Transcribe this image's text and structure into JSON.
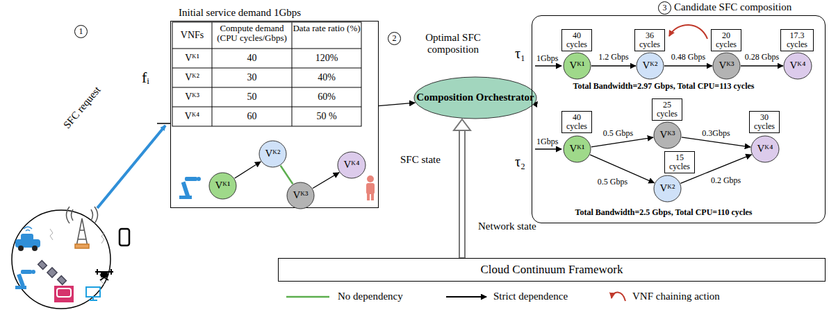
{
  "diagram": {
    "nodes": [
      {
        "text": [
          "Initial service demand 1Gbps"
        ]
      },
      {
        "text": [
          "Vᴷ¹"
        ],
        "in": 0
      },
      {
        "text": [
          "Vᴷ²"
        ],
        "in": 0
      },
      {
        "text": [
          "Vᴷ³"
        ],
        "in": 0
      },
      {
        "text": [
          "Vᴷ⁴"
        ],
        "in": 0
      },
      {
        "text": [
          "Composition Orchestrator"
        ]
      },
      {
        "text": [
          "Cloud Continuum Framework"
        ]
      },
      {
        "text": [
          "Candidate SFC composition"
        ]
      },
      {
        "text": [
          "Vᴷ¹"
        ],
        "in": 7
      },
      {
        "text": [
          "Vᴷ²"
        ],
        "in": 7
      },
      {
        "text": [
          "Vᴷ³"
        ],
        "in": 7
      },
      {
        "text": [
          "Vᴷ⁴"
        ],
        "in": 7
      },
      {
        "text": [
          "40 cycles"
        ],
        "in": 7
      },
      {
        "text": [
          "36 cycles"
        ],
        "in": 7
      },
      {
        "text": [
          "20 cycles"
        ],
        "in": 7
      },
      {
        "text": [
          "17.3 cycles"
        ],
        "in": 7
      },
      {
        "text": [
          "Vᴷ¹"
        ],
        "in": 7
      },
      {
        "text": [
          "Vᴷ³"
        ],
        "in": 7
      },
      {
        "text": [
          "Vᴷ²"
        ],
        "in": 7
      },
      {
        "text": [
          "Vᴷ⁴"
        ],
        "in": 7
      },
      {
        "text": [
          "40 cycles"
        ],
        "in": 7
      },
      {
        "text": [
          "25 cycles"
        ],
        "in": 7
      },
      {
        "text": [
          "15 cycles"
        ],
        "in": 7
      },
      {
        "text": [
          "30 cycles"
        ],
        "in": 7
      }
    ],
    "edges": [
      {
        "from": 1,
        "to": 2,
        "arrow": "to"
      },
      {
        "from": 2,
        "to": 3,
        "arrow": "none"
      },
      {
        "from": 3,
        "to": 4,
        "arrow": "to"
      },
      {
        "from": 0,
        "to": 5,
        "arrow": "to"
      },
      {
        "from": 5,
        "to": 7,
        "arrow": "to"
      },
      {
        "from": 6,
        "to": 5,
        "arrow": "to"
      },
      {
        "from": 8,
        "to": 9,
        "label": "1.2 Gbps",
        "arrow": "to"
      },
      {
        "from": 9,
        "to": 10,
        "label": "0.48 Gbps",
        "arrow": "to"
      },
      {
        "from": 10,
        "to": 11,
        "label": "0.28 Gbps",
        "arrow": "to"
      },
      {
        "from": 16,
        "to": 17,
        "label": "0.5 Gbps",
        "arrow": "to"
      },
      {
        "from": 16,
        "to": 18,
        "label": "0.5 Gbps",
        "arrow": "to"
      },
      {
        "from": 17,
        "to": 19,
        "label": "0.3Gbps",
        "arrow": "to"
      },
      {
        "from": 18,
        "to": 19,
        "label": "0.2 Gbps",
        "arrow": "to"
      }
    ],
    "labels": [
      "1",
      "SFC request",
      "fᵢ",
      "VNFs",
      "Compute demand (CPU cycles/Gbps)",
      "Data rate ratio (%)",
      "Vᴷ¹",
      "40",
      "120%",
      "Vᴷ²",
      "30",
      "40%",
      "Vᴷ³",
      "50",
      "60%",
      "Vᴷ⁴",
      "60",
      "50 %",
      "2",
      "Optimal SFC composition",
      "SFC state",
      "Network state",
      "3",
      "τ₁",
      "1Gbps",
      "Total Bandwidth=2.97 Gbps, Total CPU=113 cycles",
      "τ₂",
      "1Gbps",
      "Total Bandwidth=2.5 Gbps, Total CPU=110 cycles"
    ],
    "legend": [
      {
        "text": "No dependency"
      },
      {
        "text": "Strict dependence"
      },
      {
        "text": "VNF chaining action"
      }
    ]
  }
}
